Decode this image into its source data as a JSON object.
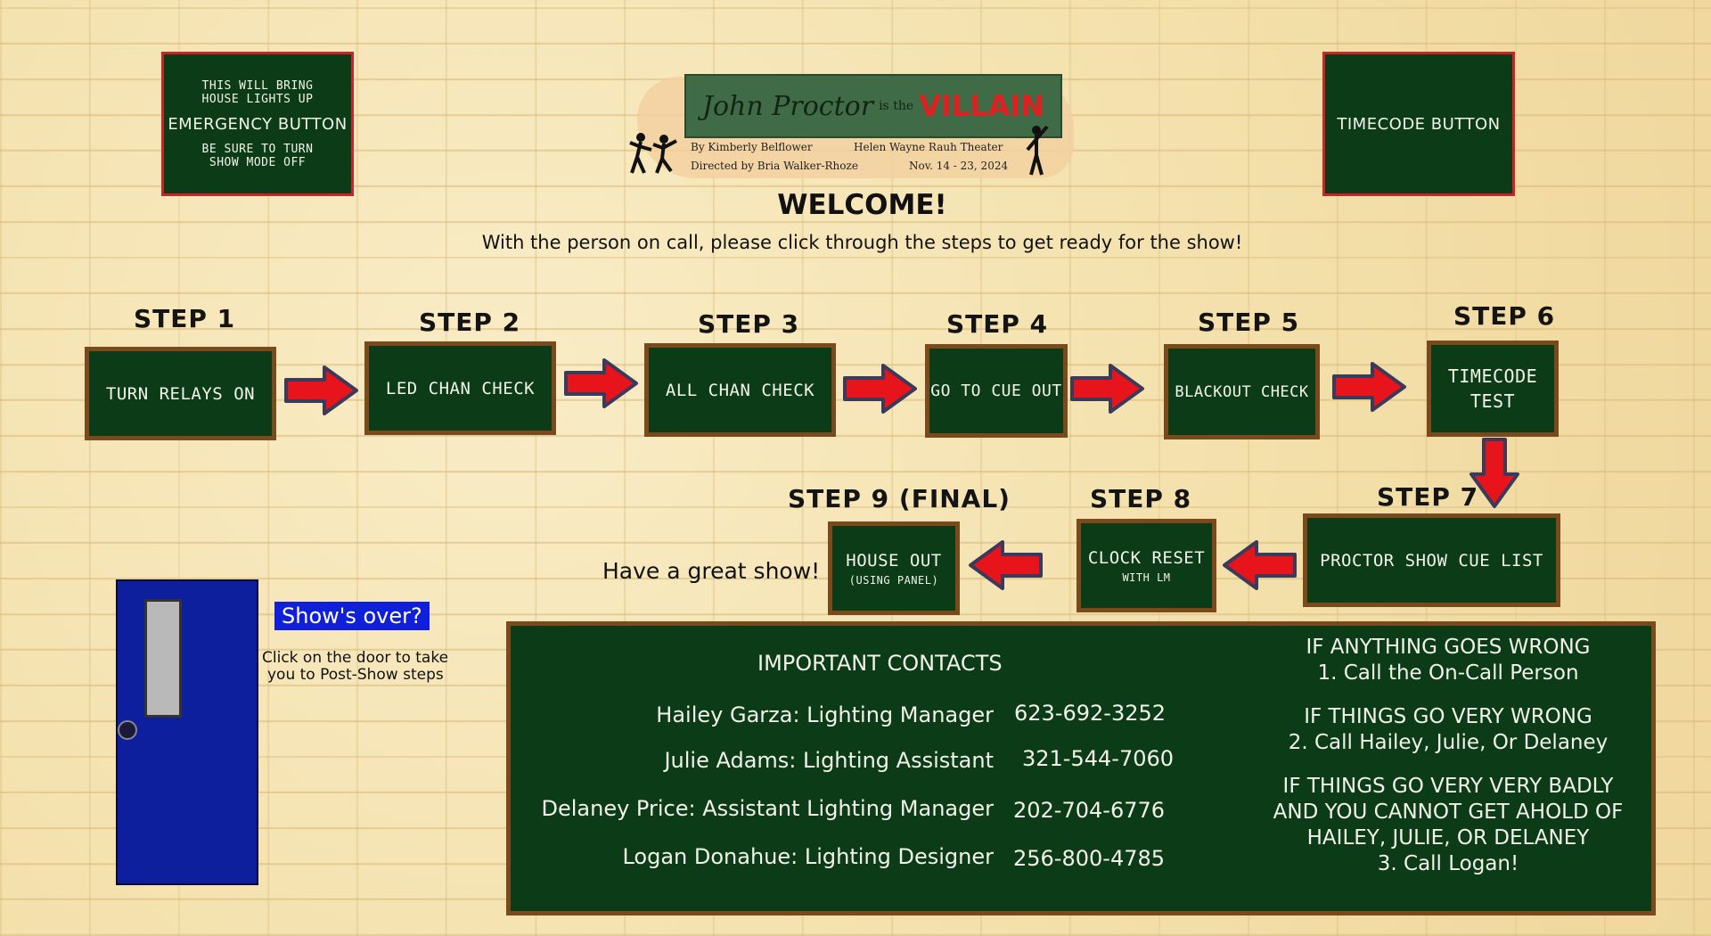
{
  "emergency": {
    "line1": "THIS WILL BRING",
    "line2": "HOUSE LIGHTS UP",
    "title": "EMERGENCY BUTTON",
    "line3": "BE SURE TO TURN",
    "line4": "SHOW MODE OFF"
  },
  "timecode_button": "TIMECODE BUTTON",
  "poster": {
    "title_a": "John Proctor",
    "title_b": "is the",
    "title_c": "VILLAIN",
    "author": "By Kimberly Belflower",
    "director": "Directed by Bria Walker-Rhoze",
    "venue": "Helen Wayne Rauh Theater",
    "dates": "Nov. 14 - 23, 2024"
  },
  "welcome": {
    "title": "WELCOME!",
    "subtitle": "With the person on call, please click through the steps to get ready for the show!"
  },
  "steps": [
    {
      "label": "STEP 1",
      "button": "TURN RELAYS ON",
      "sub": ""
    },
    {
      "label": "STEP 2",
      "button": "LED CHAN CHECK",
      "sub": ""
    },
    {
      "label": "STEP 3",
      "button": "ALL CHAN CHECK",
      "sub": ""
    },
    {
      "label": "STEP 4",
      "button": "GO TO CUE OUT",
      "sub": ""
    },
    {
      "label": "STEP 5",
      "button": "BLACKOUT CHECK",
      "sub": ""
    },
    {
      "label": "STEP 6",
      "button": "TIMECODE TEST",
      "sub": ""
    },
    {
      "label": "STEP 7",
      "button": "PROCTOR SHOW CUE LIST",
      "sub": ""
    },
    {
      "label": "STEP 8",
      "button": "CLOCK RESET",
      "sub": "WITH LM"
    },
    {
      "label": "STEP 9 (FINAL)",
      "button": "HOUSE OUT",
      "sub": "(USING PANEL)"
    }
  ],
  "great_show": "Have a great show!",
  "shows_over": {
    "badge": "Show's over?",
    "line1": "Click on the door to take",
    "line2": "you to Post-Show steps"
  },
  "contacts": {
    "title": "IMPORTANT CONTACTS",
    "people": [
      {
        "name": "Hailey Garza: Lighting Manager",
        "phone": "623-692-3252"
      },
      {
        "name": "Julie Adams: Lighting Assistant",
        "phone": "321-544-7060"
      },
      {
        "name": "Delaney Price: Assistant Lighting Manager",
        "phone": "202-704-6776"
      },
      {
        "name": "Logan Donahue: Lighting Designer",
        "phone": "256-800-4785"
      }
    ],
    "wrong1_title": "IF ANYTHING GOES WRONG",
    "wrong1_action": "1. Call the On-Call Person",
    "wrong2_title": "IF THINGS GO VERY WRONG",
    "wrong2_action": "2. Call Hailey, Julie, Or Delaney",
    "wrong3_title": "IF THINGS GO VERY VERY BADLY",
    "wrong3_line2": "AND YOU CANNOT GET AHOLD OF",
    "wrong3_line3": "HAILEY, JULIE, OR DELANEY",
    "wrong3_action": "3. Call Logan!"
  },
  "colors": {
    "board": "#0c3c17",
    "board_border": "#7a4a1d",
    "arrow": "#e8141c",
    "door": "#0e1f9e",
    "badge": "#1020d8"
  }
}
